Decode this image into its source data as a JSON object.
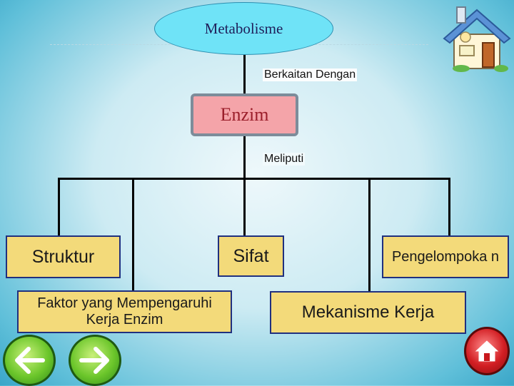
{
  "diagram": {
    "root": "Metabolisme",
    "link_top": "Berkaitan Dengan",
    "center": "Enzim",
    "link_mid": "Meliputi",
    "nodes": {
      "struktur": "Struktur",
      "faktor": "Faktor yang Mempengaruhi Kerja Enzim",
      "sifat": "Sifat",
      "pengelompokan": "Pengelompoka n",
      "mekanisme": "Mekanisme Kerja"
    }
  },
  "nav": {
    "back_icon": "arrow-left-icon",
    "next_icon": "arrow-right-icon",
    "home_icon": "home-icon"
  },
  "colors": {
    "background": "#5fbfd9",
    "ellipse": "#6fe3f7",
    "center_box": "#f4a4a9",
    "node_box": "#f3da7a",
    "node_border": "#20307f",
    "nav_green": "#6cc62b",
    "home_red": "#d21e23"
  }
}
